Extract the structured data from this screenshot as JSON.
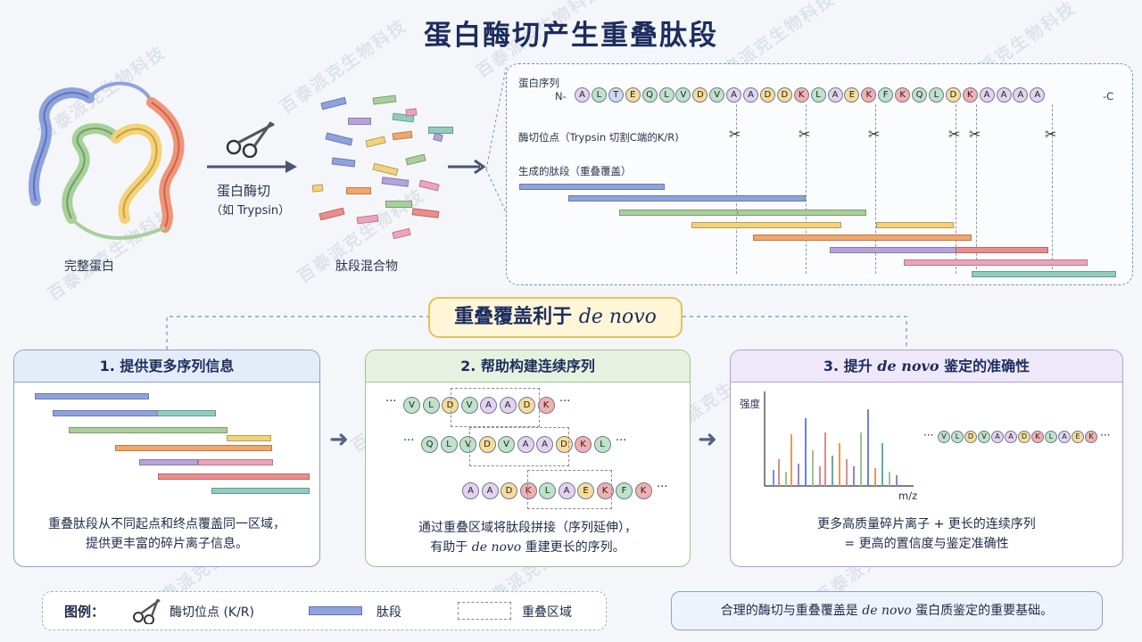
{
  "title": "蛋白酶切产生重叠肽段",
  "step1": {
    "protein_label": "完整蛋白",
    "enzyme_label": "蛋白酶切",
    "enzyme_example": "（如 Trypsin）",
    "mixture_label": "肽段混合物"
  },
  "sequence_panel": {
    "seq_label": "蛋白序列",
    "n_term": "N-",
    "c_term": "-C",
    "residues": [
      "A",
      "L",
      "T",
      "E",
      "Q",
      "L",
      "V",
      "D",
      "V",
      "A",
      "A",
      "D",
      "D",
      "K",
      "L",
      "A",
      "E",
      "K",
      "F",
      "K",
      "Q",
      "L",
      "D",
      "K",
      "A",
      "A",
      "A",
      "A"
    ],
    "cleavage_label": "酶切位点（Trypsin 切割C端的K/R)",
    "peptides_label": "生成的肽段（重叠覆盖）"
  },
  "banner": {
    "prefix": "重叠覆盖利于 ",
    "italic": "de novo"
  },
  "boxes": [
    {
      "title": "1. 提供更多序列信息",
      "line1": "重叠肽段从不同起点和终点覆盖同一区域，",
      "line2": "提供更丰富的碎片离子信息。"
    },
    {
      "title": "2. 帮助构建连续序列",
      "line1": "通过重叠区域将肽段拼接（序列延伸），",
      "line2_prefix": "有助于 ",
      "line2_italic": "de novo",
      "line2_suffix": " 重建更长的序列。"
    },
    {
      "title_prefix": "3. 提升 ",
      "title_italic": "de novo",
      "title_suffix": " 鉴定的准确性",
      "line1": "更多高质量碎片离子 + 更长的连续序列",
      "line2": "= 更高的置信度与鉴定准确性"
    }
  ],
  "box2_rows": [
    {
      "residues": [
        "V",
        "L",
        "D",
        "V",
        "A",
        "A",
        "D",
        "K"
      ],
      "lead": "···",
      "tail": "···"
    },
    {
      "residues": [
        "Q",
        "L",
        "V",
        "D",
        "V",
        "A",
        "A",
        "D",
        "K",
        "L"
      ],
      "lead": "···",
      "tail": "···"
    },
    {
      "residues": [
        "A",
        "A",
        "D",
        "K",
        "L",
        "A",
        "E",
        "K",
        "F",
        "K"
      ],
      "lead": "",
      "tail": "···"
    }
  ],
  "box3": {
    "ylabel": "强度",
    "xlabel": "m/z",
    "residues": [
      "V",
      "L",
      "D",
      "V",
      "A",
      "A",
      "D",
      "K",
      "L",
      "A",
      "E",
      "K"
    ],
    "lead": "···",
    "tail": "···"
  },
  "legend": {
    "title": "图例：",
    "cleavage": "酶切位点 (K/R)",
    "peptide": "肽段",
    "overlap": "重叠区域"
  },
  "note": {
    "prefix": "合理的酶切与重叠覆盖是 ",
    "italic": "de novo",
    "suffix": " 蛋白质鉴定的重要基础。"
  },
  "watermark": "百泰派克生物科技",
  "colors": {
    "blue": "#8ea3dd",
    "green": "#a9cf9b",
    "yellow": "#f3d27a",
    "orange": "#f2a66b",
    "purple": "#b7a3dc",
    "pink": "#f0a3b8",
    "teal": "#8fcdbf",
    "red": "#ef8b8b"
  }
}
